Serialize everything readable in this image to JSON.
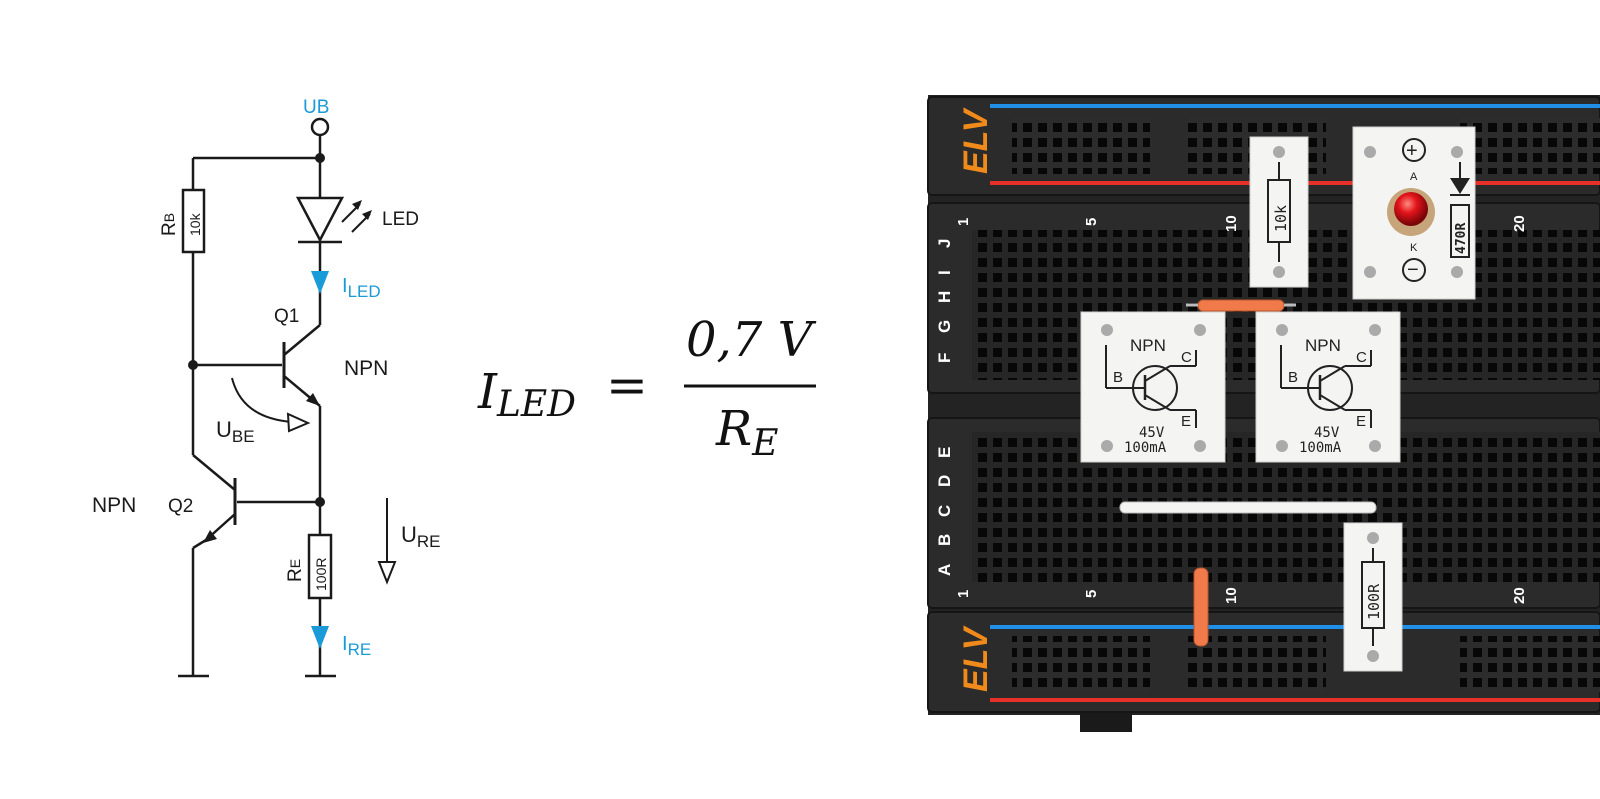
{
  "colors": {
    "wire": "#1a1a1a",
    "current_arrow": "#1a9ad6",
    "blue_text": "#1a9ad6",
    "board_body": "#2a2a2a",
    "board_hole": "#0a0a0a",
    "rail_blue": "#1f8fe8",
    "rail_red": "#e8302a",
    "logo_orange": "#f08a1a",
    "module_white": "#f4f4f2",
    "jumper_orange": "#f07a4a",
    "led_red": "#e2141a"
  },
  "schematic": {
    "supply_label": "UB",
    "rb_label": "R",
    "rb_sub": "B",
    "rb_value": "10k",
    "led_label": "LED",
    "i_led_main": "I",
    "i_led_sub": "LED",
    "q1_label": "Q1",
    "q1_type": "NPN",
    "ube_main": "U",
    "ube_sub": "BE",
    "q2_type": "NPN",
    "q2_label": "Q2",
    "ure_main": "U",
    "ure_sub": "RE",
    "re_label": "R",
    "re_sub": "E",
    "re_value": "100R",
    "i_re_main": "I",
    "i_re_sub": "RE"
  },
  "formula": {
    "lhs_main": "I",
    "lhs_sub": "LED",
    "equals": "=",
    "numerator": "0,7 V",
    "denominator_main": "R",
    "denominator_sub": "E"
  },
  "breadboard": {
    "logo": "ELV",
    "row_letters_top": [
      "J",
      "I",
      "H",
      "G",
      "F"
    ],
    "row_letters_bottom": [
      "E",
      "D",
      "C",
      "B",
      "A"
    ],
    "column_numbers": [
      "1",
      "5",
      "10",
      "20"
    ],
    "resistor_top_value": "10k",
    "resistor_bottom_value": "100R",
    "led_module": {
      "anode": "A",
      "cathode": "K",
      "resistor_value": "470R",
      "plus": "+",
      "minus": "−"
    },
    "transistor_modules": [
      {
        "type": "NPN",
        "pin_b": "B",
        "pin_c": "C",
        "pin_e": "E",
        "rating_v": "45V",
        "rating_i": "100mA"
      },
      {
        "type": "NPN",
        "pin_b": "B",
        "pin_c": "C",
        "pin_e": "E",
        "rating_v": "45V",
        "rating_i": "100mA"
      }
    ]
  }
}
